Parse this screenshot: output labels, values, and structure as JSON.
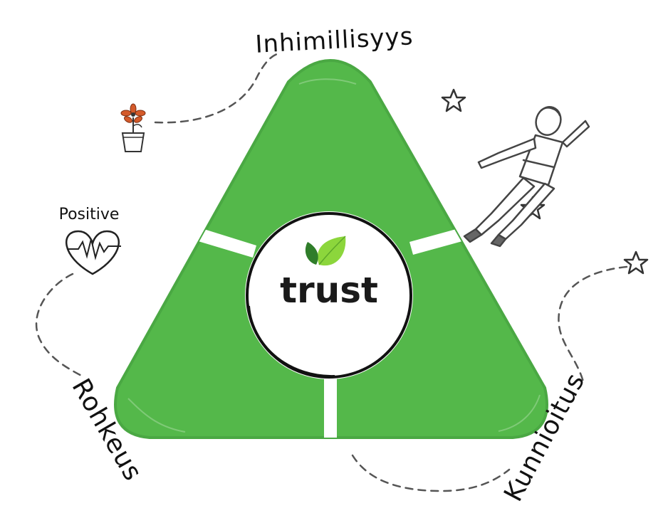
{
  "diagram": {
    "center_label": "trust",
    "top_label": "Inhimillisyys",
    "left_label": "Rohkeus",
    "right_label": "Kunnioitus",
    "positive_label": "Positive"
  },
  "colors": {
    "green": "#54b84a",
    "green_dark": "#3f9a39",
    "leaf_light": "#8cd63c",
    "leaf_dark": "#2f7d2a",
    "flower": "#d45a2a",
    "ink": "#111111",
    "dash": "#555555"
  },
  "icons": {
    "flower": "flower-pot-icon",
    "heart": "heart-pulse-icon",
    "person": "flying-person-icon",
    "star": "star-icon",
    "leaves": "leaf-icon"
  }
}
